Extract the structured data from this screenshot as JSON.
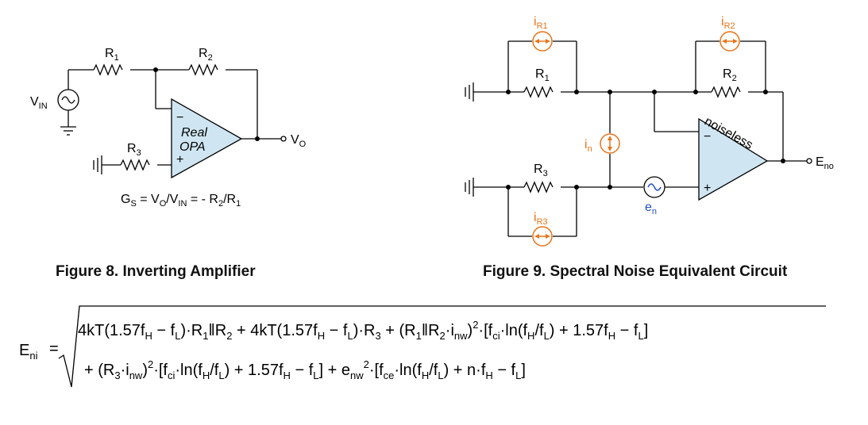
{
  "figure8": {
    "caption": "Figure 8. Inverting Amplifier",
    "r1": "R",
    "r1_sub": "1",
    "r2": "R",
    "r2_sub": "2",
    "r3": "R",
    "r3_sub": "3",
    "vin": "V",
    "vin_sub": "IN",
    "vo": "V",
    "vo_sub": "O",
    "opamp_line1": "Real",
    "opamp_line2": "OPA",
    "minus": "−",
    "plus": "+",
    "gain": {
      "g": "G",
      "g_sub": "S",
      "eq": " = V",
      "vo_sub": "O",
      "slash": "/V",
      "vin_sub": "IN",
      "mid": " = - R",
      "r2_sub": "2",
      "slash2": "/R",
      "r1_sub": "1"
    }
  },
  "figure9": {
    "caption": "Figure 9. Spectral Noise Equivalent Circuit",
    "ir1": "i",
    "ir1_sub": "R1",
    "ir2": "i",
    "ir2_sub": "R2",
    "ir3": "i",
    "ir3_sub": "R3",
    "r1": "R",
    "r1_sub": "1",
    "r2": "R",
    "r2_sub": "2",
    "r3": "R",
    "r3_sub": "3",
    "in": "i",
    "in_sub": "n",
    "en": "e",
    "en_sub": "n",
    "noiseless": "noiseless",
    "eno": "E",
    "eno_sub": "no",
    "minus": "−",
    "plus": "+"
  },
  "equation": {
    "lhs": "E",
    "lhs_sub": "ni",
    "equals": "=",
    "line1": [
      {
        "t": "4kT(1.57f"
      },
      {
        "s": "H"
      },
      {
        "t": " − f"
      },
      {
        "s": "L"
      },
      {
        "t": ")·R"
      },
      {
        "s": "1"
      },
      {
        "t": "‖R"
      },
      {
        "s": "2"
      },
      {
        "t": " + 4kT(1.57f"
      },
      {
        "s": "H"
      },
      {
        "t": " − f"
      },
      {
        "s": "L"
      },
      {
        "t": ")·R"
      },
      {
        "s": "3"
      },
      {
        "t": " + (R"
      },
      {
        "s": "1"
      },
      {
        "t": "‖R"
      },
      {
        "s": "2"
      },
      {
        "t": "·i"
      },
      {
        "s": "nw"
      },
      {
        "t": ")"
      },
      {
        "p": "2"
      },
      {
        "t": "·[f"
      },
      {
        "s": "ci"
      },
      {
        "t": "·ln(f"
      },
      {
        "s": "H"
      },
      {
        "t": "/f"
      },
      {
        "s": "L"
      },
      {
        "t": ") + 1.57f"
      },
      {
        "s": "H"
      },
      {
        "t": " − f"
      },
      {
        "s": "L"
      },
      {
        "t": "]"
      }
    ],
    "line2": [
      {
        "t": "+ (R"
      },
      {
        "s": "3"
      },
      {
        "t": "·i"
      },
      {
        "s": "nw"
      },
      {
        "t": ")"
      },
      {
        "p": "2"
      },
      {
        "t": "·[f"
      },
      {
        "s": "ci"
      },
      {
        "t": "·ln(f"
      },
      {
        "s": "H"
      },
      {
        "t": "/f"
      },
      {
        "s": "L"
      },
      {
        "t": ") + 1.57f"
      },
      {
        "s": "H"
      },
      {
        "t": " − f"
      },
      {
        "s": "L"
      },
      {
        "t": "] + e"
      },
      {
        "s": "nw"
      },
      {
        "p": "2"
      },
      {
        "t": "·[f"
      },
      {
        "s": "ce"
      },
      {
        "t": "·ln(f"
      },
      {
        "s": "H"
      },
      {
        "t": "/f"
      },
      {
        "s": "L"
      },
      {
        "t": ") + n·f"
      },
      {
        "s": "H"
      },
      {
        "t": " − f"
      },
      {
        "s": "L"
      },
      {
        "t": "]"
      }
    ]
  },
  "colors": {
    "opamp_fill": "#cfe6f2",
    "noise_source": "#e8741a",
    "voltage_noise": "#1f4fbf"
  }
}
